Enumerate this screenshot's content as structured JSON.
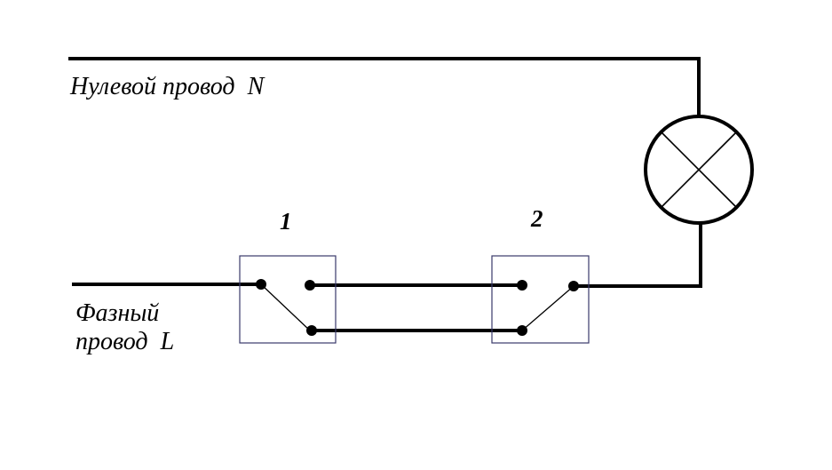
{
  "labels": {
    "neutral_wire": "Нулевой провод  N",
    "phase_wire_line1": "Фазный",
    "phase_wire_line2": "провод  L",
    "switch1_number": "1",
    "switch2_number": "2"
  },
  "colors": {
    "wire": "#000000",
    "switch_frame": "#3a3a6a",
    "background": "#ffffff"
  },
  "icons": {
    "lamp": "lamp-symbol-icon",
    "switch": "two-way-switch-icon"
  }
}
